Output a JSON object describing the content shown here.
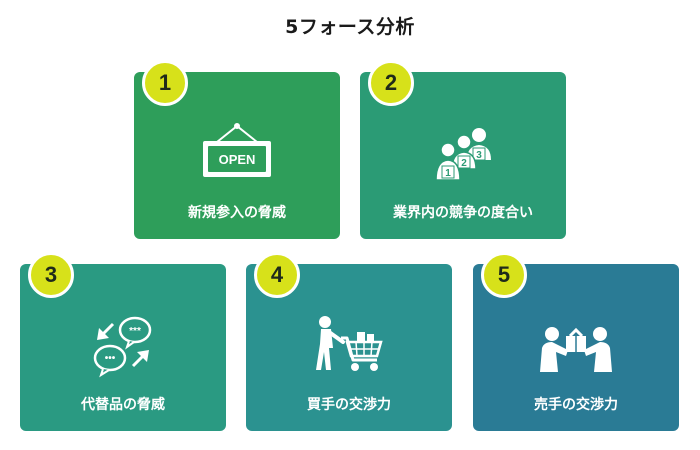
{
  "title": "5フォース分析",
  "forces": [
    {
      "number": "1",
      "label": "新規参入の脅威",
      "icon": "open-sign-icon",
      "icon_text": "OPEN"
    },
    {
      "number": "2",
      "label": "業界内の競争の度合い",
      "icon": "ranked-people-icon",
      "icon_text": [
        "1",
        "2",
        "3"
      ]
    },
    {
      "number": "3",
      "label": "代替品の脅威",
      "icon": "substitution-chat-icon",
      "icon_text": [
        "***",
        "•••"
      ]
    },
    {
      "number": "4",
      "label": "買手の交渉力",
      "icon": "shopping-cart-person-icon"
    },
    {
      "number": "5",
      "label": "売手の交渉力",
      "icon": "handing-box-icon"
    }
  ],
  "colors": {
    "card_1": "#2e9e5a",
    "card_2": "#2b9b75",
    "card_3": "#2a9a82",
    "card_4": "#2b9290",
    "card_5": "#2a7b95",
    "badge": "#d7e11a"
  }
}
